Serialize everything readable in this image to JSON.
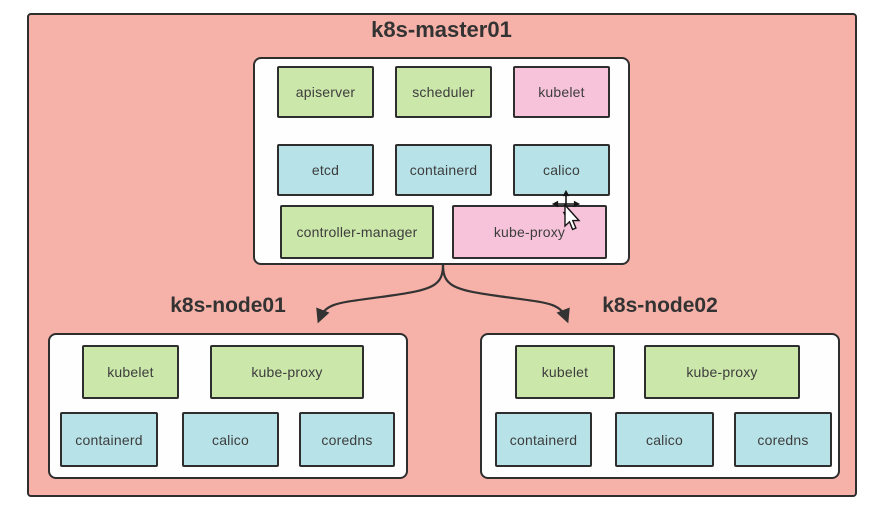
{
  "colors": {
    "canvas_bg": "#f6b2a8",
    "panel_bg": "#fefefe",
    "border": "#2e2e2e",
    "green": "#cce7aa",
    "cyan": "#b7e3e8",
    "pink": "#f7c3da",
    "arrow": "#333333",
    "title_text": "#333333",
    "label_text": "#3d3d3d"
  },
  "clusters": {
    "master": {
      "title": "k8s-master01",
      "components": [
        {
          "label": "apiserver",
          "color": "green"
        },
        {
          "label": "scheduler",
          "color": "green"
        },
        {
          "label": "kubelet",
          "color": "pink"
        },
        {
          "label": "etcd",
          "color": "cyan"
        },
        {
          "label": "containerd",
          "color": "cyan"
        },
        {
          "label": "calico",
          "color": "cyan"
        },
        {
          "label": "controller-manager",
          "color": "green"
        },
        {
          "label": "kube-proxy",
          "color": "pink"
        }
      ]
    },
    "node01": {
      "title": "k8s-node01",
      "components": [
        {
          "label": "kubelet",
          "color": "green"
        },
        {
          "label": "kube-proxy",
          "color": "green"
        },
        {
          "label": "containerd",
          "color": "cyan"
        },
        {
          "label": "calico",
          "color": "cyan"
        },
        {
          "label": "coredns",
          "color": "cyan"
        }
      ]
    },
    "node02": {
      "title": "k8s-node02",
      "components": [
        {
          "label": "kubelet",
          "color": "green"
        },
        {
          "label": "kube-proxy",
          "color": "green"
        },
        {
          "label": "containerd",
          "color": "cyan"
        },
        {
          "label": "calico",
          "color": "cyan"
        },
        {
          "label": "coredns",
          "color": "cyan"
        }
      ]
    }
  },
  "icons": {
    "cursor": "move-pointer-cursor"
  }
}
